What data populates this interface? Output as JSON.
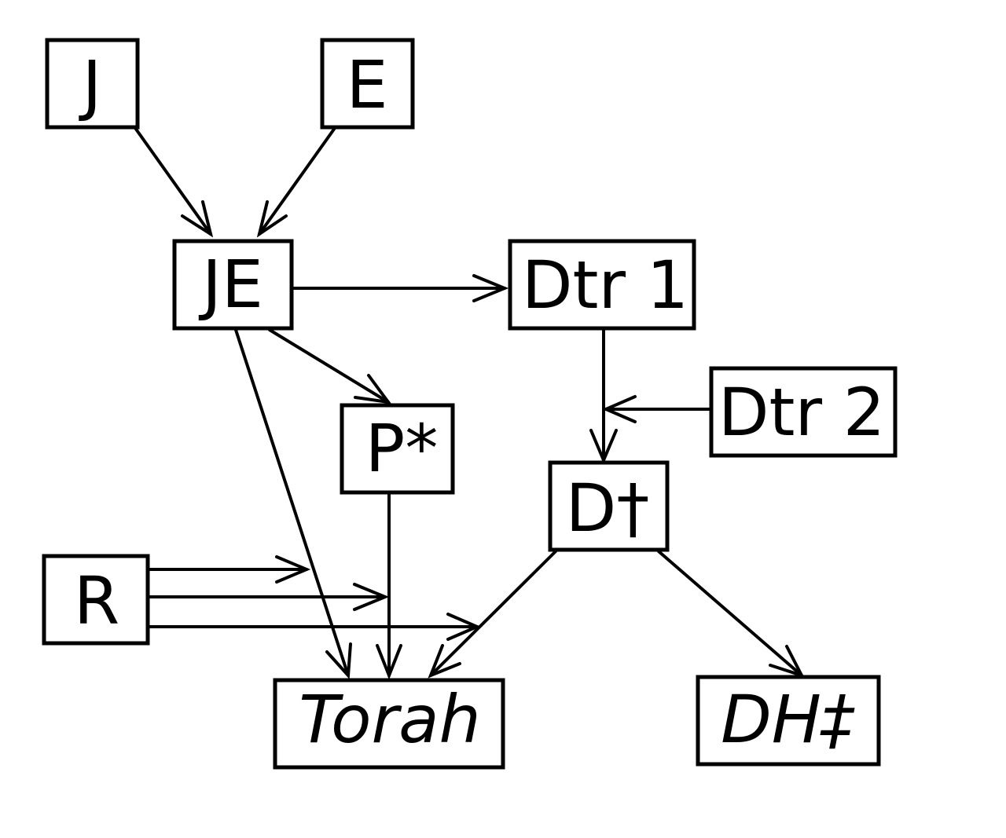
{
  "diagram": {
    "nodes": {
      "j": {
        "label": "J"
      },
      "e": {
        "label": "E"
      },
      "je": {
        "label": "JE"
      },
      "dtr1": {
        "label": "Dtr 1"
      },
      "dtr2": {
        "label": "Dtr 2"
      },
      "p": {
        "label": "P*"
      },
      "d": {
        "label": "D†"
      },
      "r": {
        "label": "R"
      },
      "torah": {
        "label": "Torah"
      },
      "dh": {
        "label": "DH‡"
      }
    },
    "edges": [
      {
        "from": "J",
        "to": "JE"
      },
      {
        "from": "E",
        "to": "JE"
      },
      {
        "from": "JE",
        "to": "Dtr 1"
      },
      {
        "from": "JE",
        "to": "P*"
      },
      {
        "from": "JE",
        "to": "Torah"
      },
      {
        "from": "Dtr 1",
        "to": "D†"
      },
      {
        "from": "Dtr 2",
        "to": "Dtr 1 → D† edge"
      },
      {
        "from": "P*",
        "to": "Torah"
      },
      {
        "from": "D†",
        "to": "Torah"
      },
      {
        "from": "D†",
        "to": "DH‡"
      },
      {
        "from": "R",
        "to": "JE → Torah edge"
      },
      {
        "from": "R",
        "to": "P* → Torah edge"
      },
      {
        "from": "R",
        "to": "D† → Torah edge"
      }
    ]
  }
}
